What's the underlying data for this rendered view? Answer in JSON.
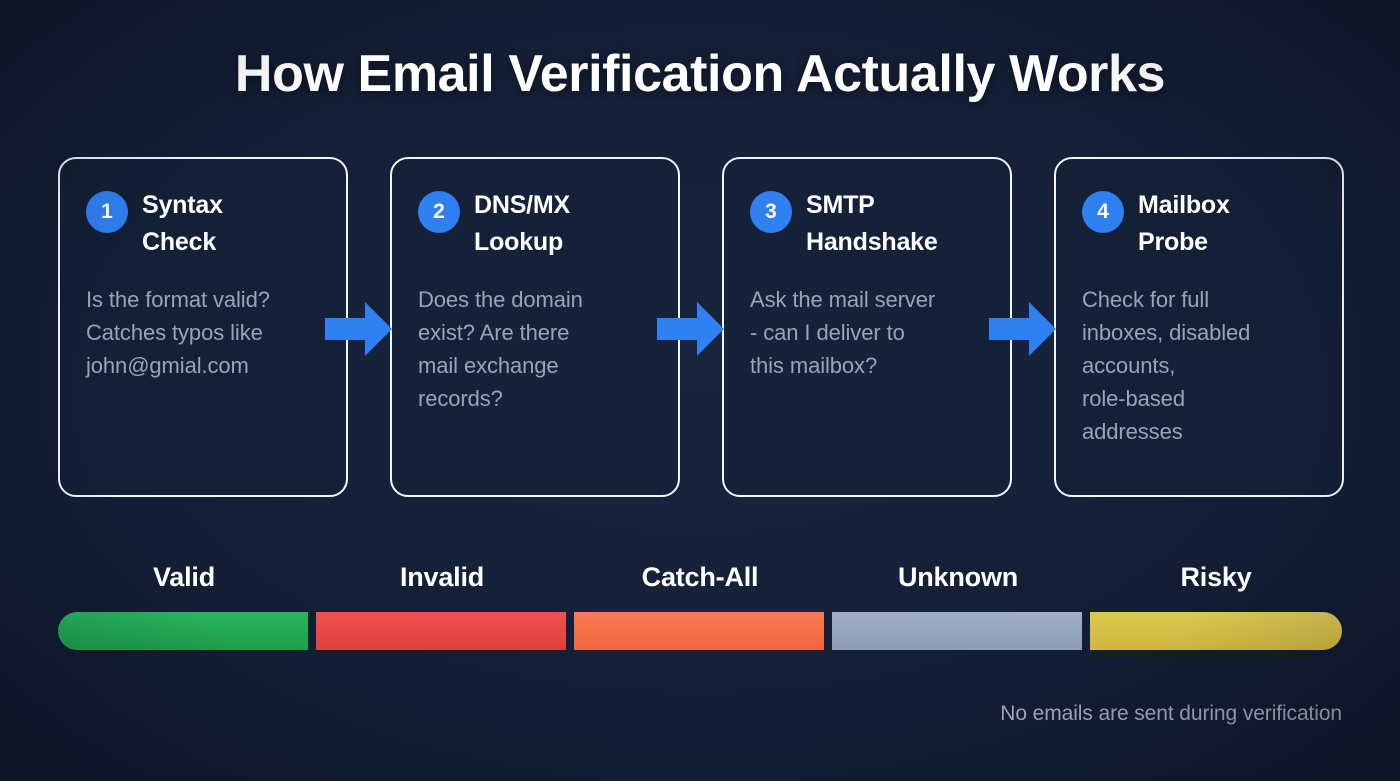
{
  "title": "How Email Verification Actually Works",
  "steps": [
    {
      "number": "1",
      "title": "Syntax\nCheck",
      "body": "Is the format valid?\nCatches typos like\njohn@gmial.com"
    },
    {
      "number": "2",
      "title": "DNS/MX\nLookup",
      "body": "Does the domain\nexist? Are there\nmail exchange\nrecords?"
    },
    {
      "number": "3",
      "title": "SMTP\nHandshake",
      "body": "Ask the mail server\n- can I deliver to\nthis mailbox?"
    },
    {
      "number": "4",
      "title": "Mailbox\nProbe",
      "body": "Check for full\ninboxes, disabled\naccounts,\nrole-based\naddresses"
    }
  ],
  "arrows": {
    "icon": "arrow-right-icon",
    "color": "#2f80f0",
    "count": 3
  },
  "legend": [
    {
      "label": "Valid",
      "color": "#22ab55"
    },
    {
      "label": "Invalid",
      "color": "#e84a4a"
    },
    {
      "label": "Catch-All",
      "color": "#f4714a"
    },
    {
      "label": "Unknown",
      "color": "#97a7bb"
    },
    {
      "label": "Risky",
      "color": "#d6c049"
    }
  ],
  "footer_note": "No emails are sent during verification",
  "colors": {
    "background": "#121d33",
    "card_border": "#f2f4f8",
    "badge": "#2f80f0",
    "title_text": "#ffffff",
    "body_text": "#99a4b6",
    "footer_text": "#9aa4b6"
  }
}
